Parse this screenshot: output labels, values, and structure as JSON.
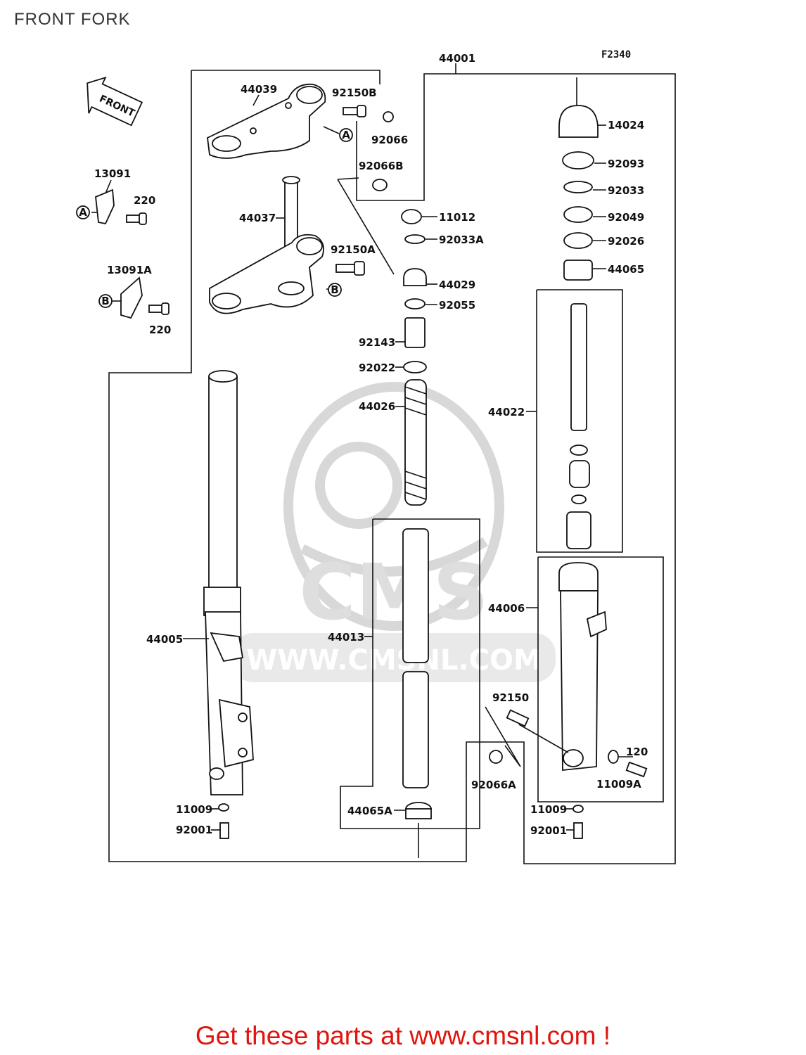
{
  "title": "FRONT FORK",
  "diagram_code": "F2340",
  "front_label": "FRONT",
  "watermark": {
    "brand": "CMS",
    "url": "WWW.CMSNL.COM"
  },
  "callouts": {
    "l44001": "44001",
    "l44039": "44039",
    "l92150B": "92150B",
    "l92066": "92066",
    "l92066B": "92066B",
    "l13091": "13091",
    "l220a": "220",
    "l44037": "44037",
    "l92150A": "92150A",
    "l13091A": "13091A",
    "l220b": "220",
    "l14024": "14024",
    "l92093": "92093",
    "l92033": "92033",
    "l92049": "92049",
    "l92026": "92026",
    "l44065": "44065",
    "l11012": "11012",
    "l92033A": "92033A",
    "l44029": "44029",
    "l92055": "92055",
    "l92143": "92143",
    "l92022": "92022",
    "l44026": "44026",
    "l44022": "44022",
    "l44006": "44006",
    "l44005": "44005",
    "l44013": "44013",
    "l92150": "92150",
    "l120": "120",
    "l11009A": "11009A",
    "l92066A": "92066A",
    "l11009a": "11009",
    "l92001a": "92001",
    "l44065A": "44065A",
    "l11009b": "11009",
    "l92001b": "92001",
    "refA1": "A",
    "refA2": "A",
    "refB1": "B",
    "refB2": "B"
  },
  "footer": "Get these parts at www.cmsnl.com !"
}
